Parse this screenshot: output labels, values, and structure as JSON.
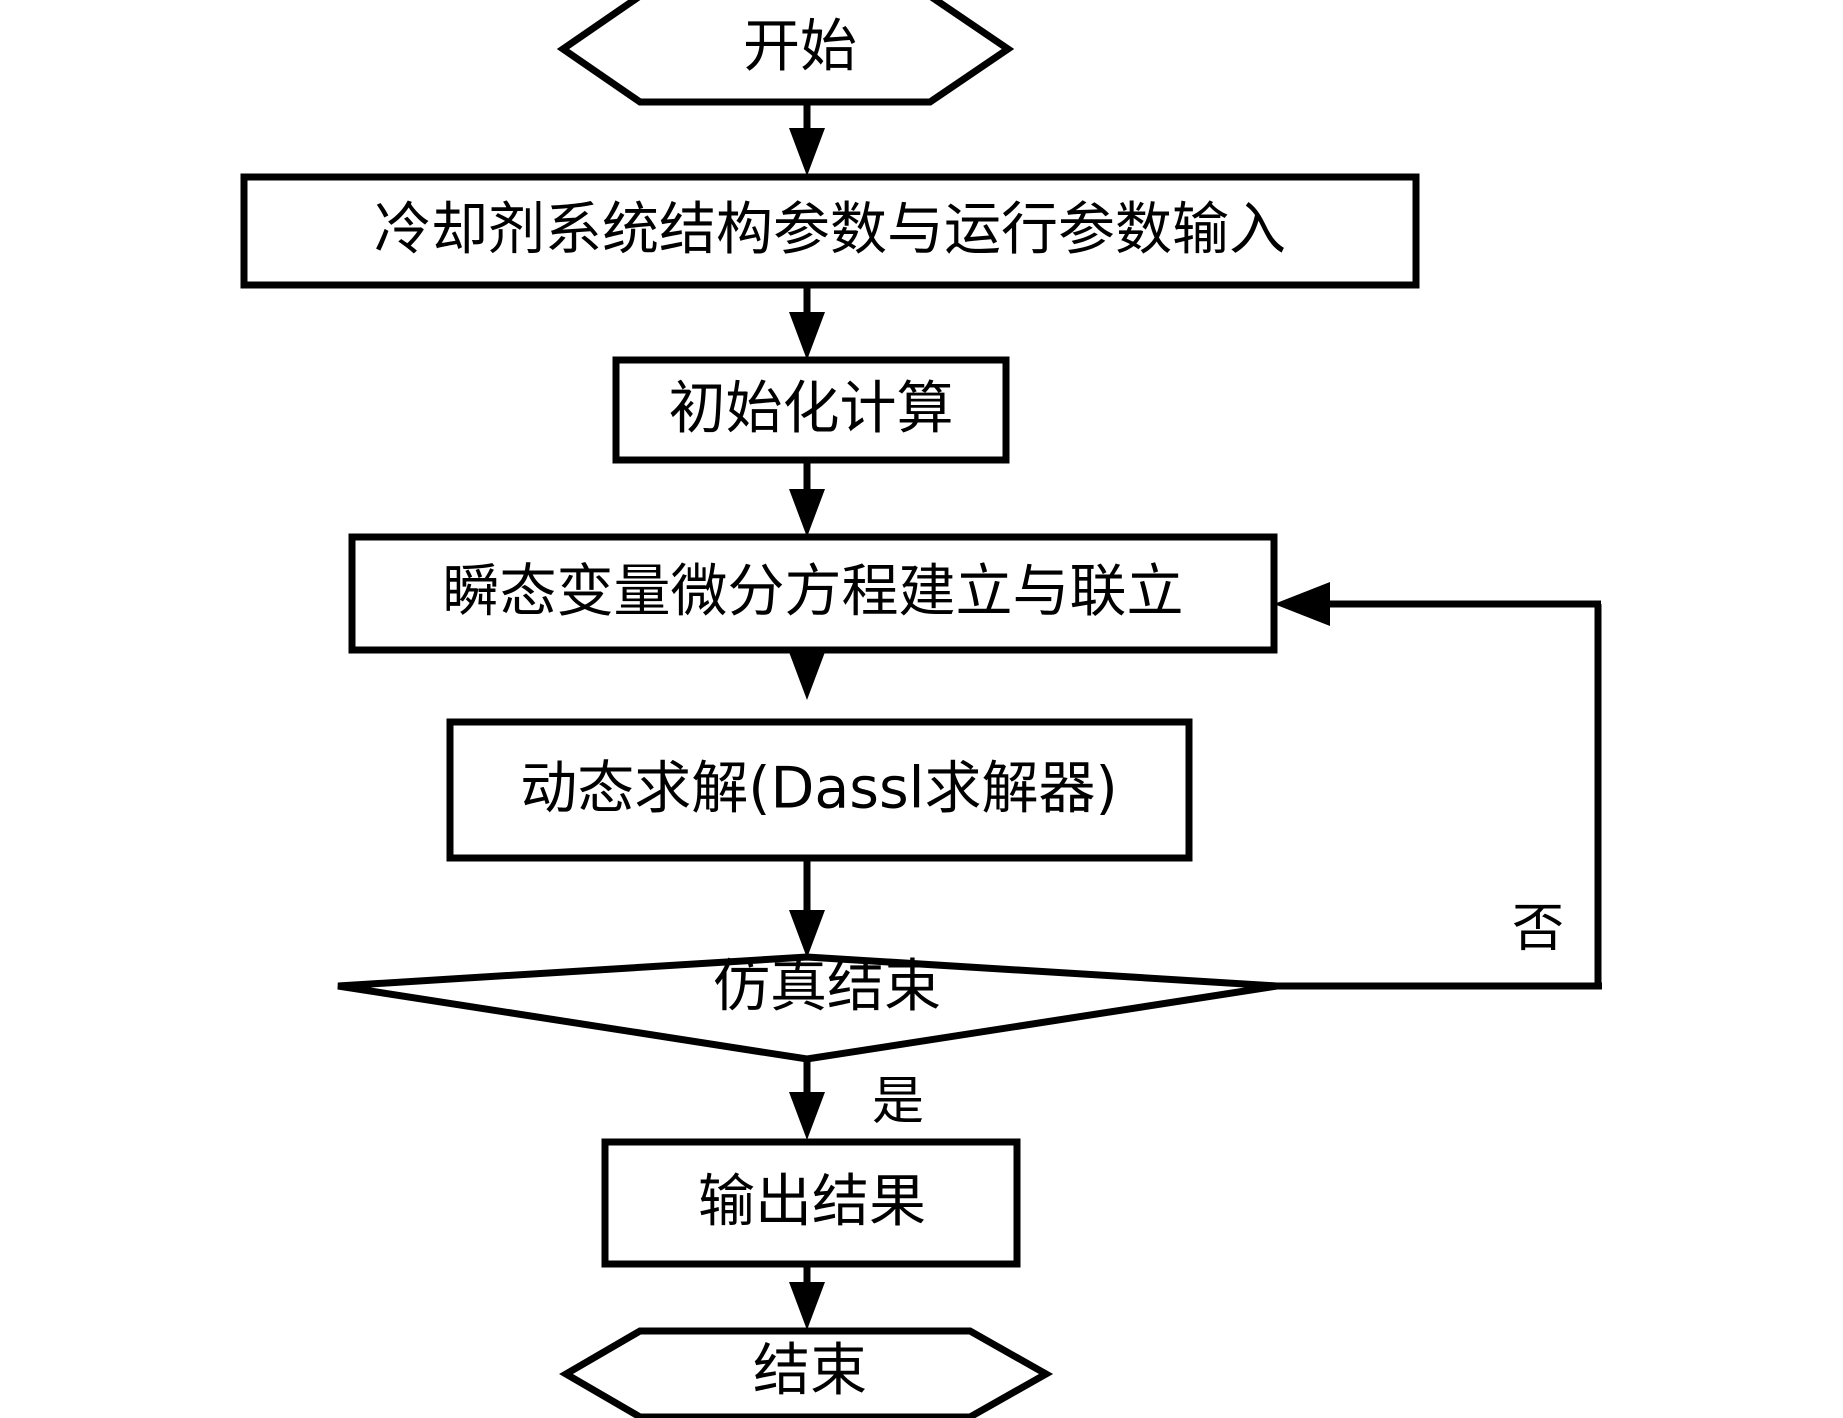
{
  "diagram": {
    "type": "flowchart",
    "orientation": "top-to-bottom",
    "language": "zh-CN",
    "background_color": "#ffffff",
    "line_color": "#000000",
    "nodes": [
      {
        "id": "start",
        "shape": "hexagon",
        "label": "开始"
      },
      {
        "id": "input-params",
        "shape": "rectangle",
        "label": "冷却剂系统结构参数与运行参数输入"
      },
      {
        "id": "initialize",
        "shape": "rectangle",
        "label": "初始化计算"
      },
      {
        "id": "build-equations",
        "shape": "rectangle",
        "label": "瞬态变量微分方程建立与联立"
      },
      {
        "id": "dynamic-solve",
        "shape": "rectangle",
        "label": "动态求解(Dassl求解器)"
      },
      {
        "id": "sim-finished",
        "shape": "diamond",
        "label": "仿真结束"
      },
      {
        "id": "output-results",
        "shape": "rectangle",
        "label": "输出结果"
      },
      {
        "id": "end",
        "shape": "hexagon",
        "label": "结束"
      }
    ],
    "edge_labels": {
      "yes": "是",
      "no": "否"
    },
    "edges": [
      {
        "from": "start",
        "to": "input-params",
        "label": ""
      },
      {
        "from": "input-params",
        "to": "initialize",
        "label": ""
      },
      {
        "from": "initialize",
        "to": "build-equations",
        "label": ""
      },
      {
        "from": "build-equations",
        "to": "dynamic-solve",
        "label": ""
      },
      {
        "from": "dynamic-solve",
        "to": "sim-finished",
        "label": ""
      },
      {
        "from": "sim-finished",
        "to": "output-results",
        "label": "是"
      },
      {
        "from": "sim-finished",
        "to": "build-equations",
        "label": "否"
      },
      {
        "from": "output-results",
        "to": "end",
        "label": ""
      }
    ]
  }
}
